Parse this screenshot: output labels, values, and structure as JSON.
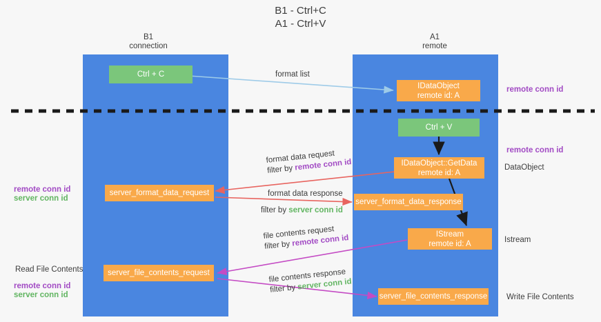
{
  "title": {
    "line1": "B1 - Ctrl+C",
    "line2": "A1 - Ctrl+V"
  },
  "columns": [
    {
      "id": "b1",
      "heading": "B1",
      "subheading": "connection"
    },
    {
      "id": "a1",
      "heading": "A1",
      "subheading": "remote"
    }
  ],
  "colors": {
    "column_blue": "#4a86e0",
    "node_green": "#7bc67b",
    "node_orange": "#f9a94a",
    "remote_conn_purple": "#a24bc4",
    "server_conn_green": "#62b562",
    "arrow_blue": "#9ecbe8",
    "arrow_red": "#e8645f",
    "arrow_magenta": "#c44bc4",
    "arrow_black": "#1a1a1a",
    "divider_black": "#1a1a1a",
    "page_bg": "#f7f7f7"
  },
  "nodes": {
    "ctrl_c": {
      "line1": "Ctrl + C",
      "line2": ""
    },
    "idataobject": {
      "line1": "IDataObject",
      "line2": "remote id: A"
    },
    "ctrl_v": {
      "line1": "Ctrl + V",
      "line2": ""
    },
    "getdata": {
      "line1": "IDataObject::GetData",
      "line2": "remote id: A"
    },
    "server_format_data_request": {
      "line1": "server_format_data_request",
      "line2": ""
    },
    "server_format_data_response": {
      "line1": "server_format_data_response",
      "line2": ""
    },
    "istream": {
      "line1": "IStream",
      "line2": "remote id: A"
    },
    "server_file_contents_request": {
      "line1": "server_file_contents_request",
      "line2": ""
    },
    "server_file_contents_response": {
      "line1": "server_file_contents_response",
      "line2": ""
    }
  },
  "edge_labels": {
    "format_list": "format list",
    "format_data_request": "format data request",
    "format_data_request_filter_prefix": "filter by ",
    "format_data_request_filter_key": "remote conn id",
    "format_data_response": "format data response",
    "format_data_response_filter_prefix": "filter by ",
    "format_data_response_filter_key": "server conn id",
    "file_contents_request": "file contents request",
    "file_contents_request_filter_prefix": "filter by ",
    "file_contents_request_filter_key": "remote conn id",
    "file_contents_response": "file contents response",
    "file_contents_response_filter_prefix": "filter by ",
    "file_contents_response_filter_key": "server conn id"
  },
  "side_labels": {
    "right_remote_conn_id_top": "remote conn id",
    "right_remote_conn_id_mid": "remote conn id",
    "right_dataobject": "DataObject",
    "right_istream": "Istream",
    "right_write_file_contents": "Write File Contents",
    "left_remote_conn_id_mid": "remote conn id",
    "left_server_conn_id_mid": "server conn id",
    "left_read_file_contents": "Read File Contents",
    "left_remote_conn_id_bottom": "remote conn id",
    "left_server_conn_id_bottom": "server conn id"
  }
}
